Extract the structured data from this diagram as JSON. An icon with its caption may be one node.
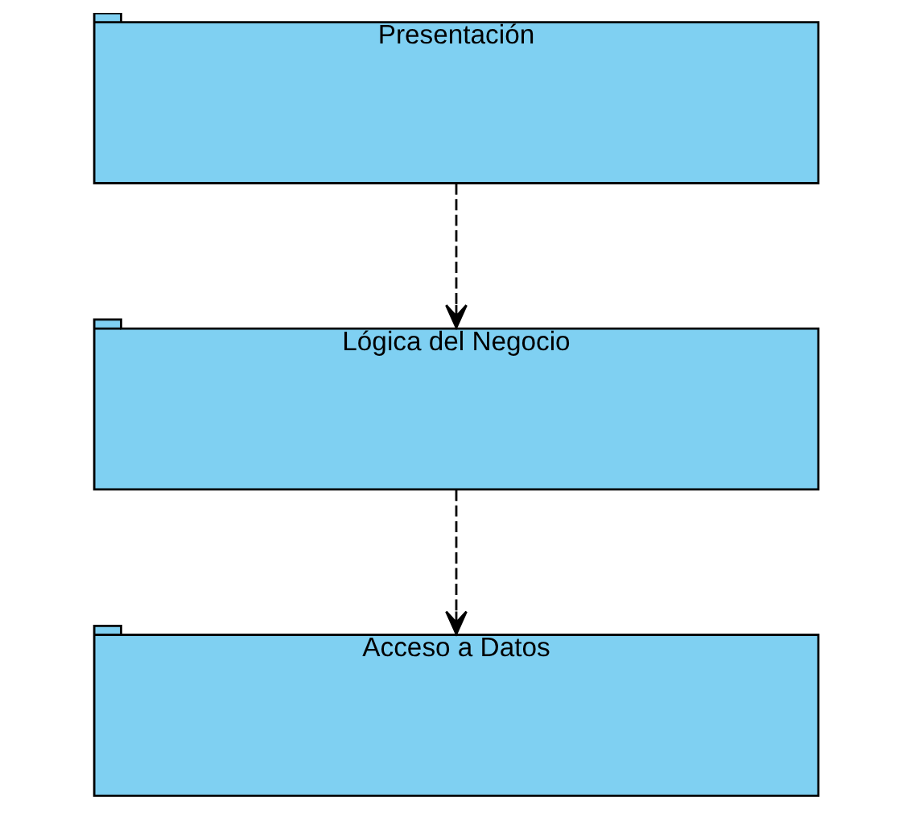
{
  "diagram": {
    "nodes": [
      {
        "text": [
          "Presentación"
        ]
      },
      {
        "text": [
          "Lógica del Negocio"
        ]
      },
      {
        "text": [
          "Acceso a Datos"
        ]
      }
    ],
    "edges": [
      {
        "from": 0,
        "to": 1,
        "arrow": "to",
        "style": "dashed"
      },
      {
        "from": 1,
        "to": 2,
        "arrow": "to",
        "style": "dashed"
      }
    ]
  }
}
